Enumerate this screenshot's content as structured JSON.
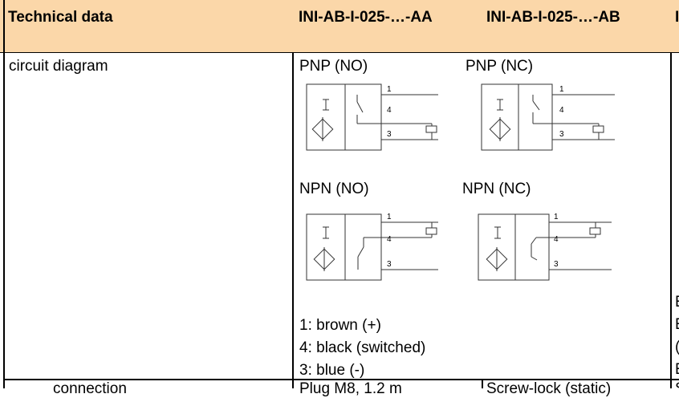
{
  "header": {
    "col1": "Technical data",
    "col2": "INI-AB-I-025-…-AA",
    "col3": "INI-AB-I-025-…-AB",
    "col4_partial": "I"
  },
  "row_circuit": {
    "label": "circuit diagram",
    "diagrams": [
      {
        "title": "PNP (NO)",
        "terminals": [
          "1",
          "4",
          "3"
        ]
      },
      {
        "title": "PNP (NC)",
        "terminals": [
          "1",
          "4",
          "3"
        ]
      },
      {
        "title": "NPN (NO)",
        "terminals": [
          "1",
          "4",
          "3"
        ]
      },
      {
        "title": "NPN (NC)",
        "terminals": [
          "1",
          "4",
          "3"
        ]
      }
    ],
    "wiring": [
      "1: brown (+)",
      "4: black (switched)",
      "3: blue (-)"
    ],
    "next_col_partial": [
      "E",
      "E",
      "(",
      "E"
    ]
  },
  "row_next": {
    "label_partial": "connection",
    "col2_partial": "Plug M8, 1.2 m",
    "col3_partial": "Screw-lock (static)",
    "col4_partial": "S"
  }
}
